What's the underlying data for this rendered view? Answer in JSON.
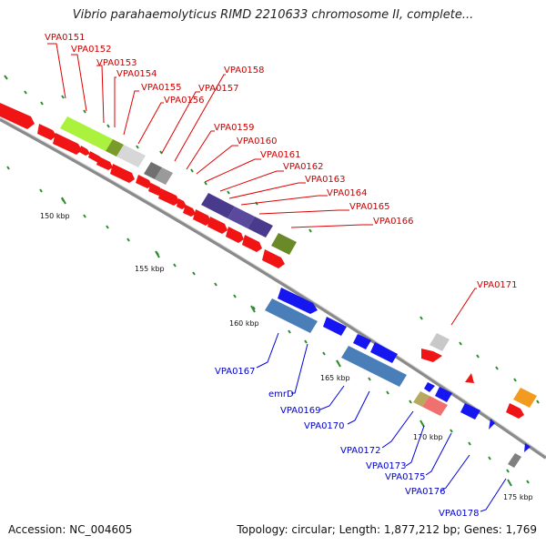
{
  "title": "Vibrio parahaemolyticus RIMD 2210633 chromosome II, complete...",
  "footer": {
    "accession": "Accession: NC_004605",
    "summary": "Topology: circular; Length: 1,877,212 bp; Genes: 1,769"
  },
  "colors": {
    "forward_label": "#cc0000",
    "reverse_label": "#0000cc",
    "backbone": "#999999",
    "tick_mark": "#2e8b2e"
  },
  "scale_ticks": [
    "150 kbp",
    "155 kbp",
    "160 kbp",
    "165 kbp",
    "170 kbp",
    "175 kbp"
  ],
  "forward_genes": [
    "VPA0151",
    "VPA0152",
    "VPA0153",
    "VPA0154",
    "VPA0155",
    "VPA0156",
    "VPA0157",
    "VPA0158",
    "VPA0159",
    "VPA0160",
    "VPA0161",
    "VPA0162",
    "VPA0163",
    "VPA0164",
    "VPA0165",
    "VPA0166",
    "VPA0171"
  ],
  "reverse_genes": [
    "VPA0167",
    "emrD",
    "VPA0169",
    "VPA0170",
    "VPA0172",
    "VPA0173",
    "VPA0175",
    "VPA0176",
    "VPA0178"
  ]
}
